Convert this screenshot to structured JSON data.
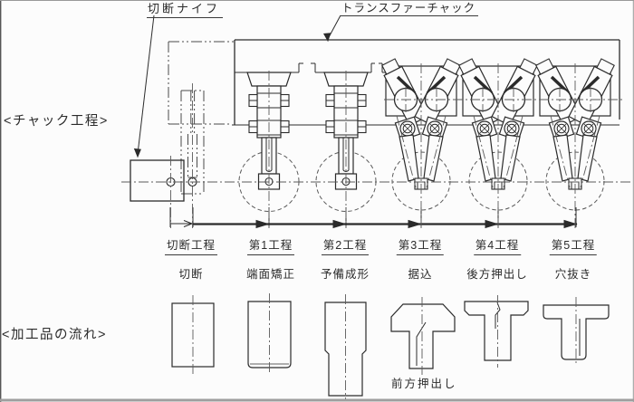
{
  "drawing": {
    "callouts": {
      "cutting_knife": "切断ナイフ",
      "transfer_chuck": "トランスファーチャック"
    },
    "sections": {
      "chuck_process": "<チャック工程>",
      "workpiece_flow": "<加工品の流れ>"
    },
    "stages": [
      {
        "name": "切断工程",
        "operation": "切断"
      },
      {
        "name": "第1工程",
        "operation": "端面矯正"
      },
      {
        "name": "第2工程",
        "operation": "予備成形"
      },
      {
        "name": "第3工程",
        "operation": "据込"
      },
      {
        "name": "第4工程",
        "operation": "後方押出し"
      },
      {
        "name": "第5工程",
        "operation": "穴抜き"
      }
    ],
    "notes": {
      "forward_extrusion": "前方押出し"
    },
    "colors": {
      "line": "#2b2b2b",
      "centerline": "#5a5a5a",
      "phantom": "#4a4a4a",
      "background": "#fcfcfc"
    }
  }
}
